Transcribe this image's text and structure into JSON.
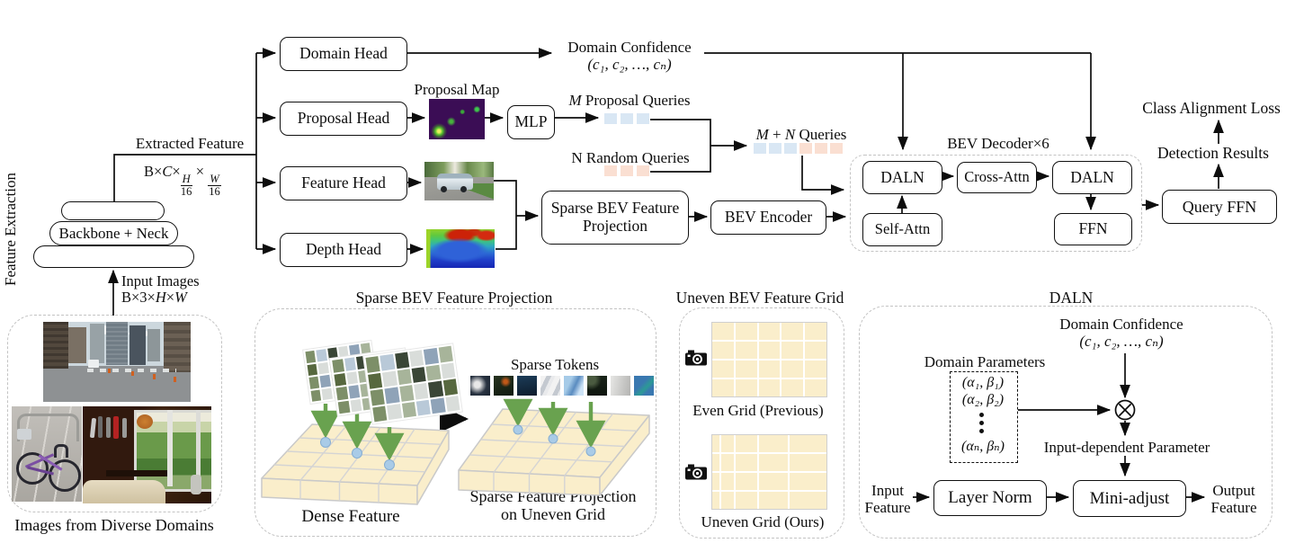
{
  "colors": {
    "query_blue": "#d9e7f4",
    "query_peach": "#fadfd2",
    "grid_cream": "#faeecb",
    "arrow_green": "#69a24f",
    "dash_gray": "#c3c3c3"
  },
  "pipeline": {
    "feature_extraction": "Feature Extraction",
    "backbone": "Backbone + Neck",
    "input_images": {
      "line1": "Input Images",
      "b": "B×3×",
      "h": "H",
      "times": "×",
      "w": "W"
    },
    "extracted_feature": "Extracted Feature",
    "shape": {
      "b": "B×",
      "c": "C",
      "t1": "×",
      "h": "H",
      "d1": "16",
      "t2": "×",
      "w": "W",
      "d2": "16"
    },
    "heads": [
      "Domain Head",
      "Proposal Head",
      "Feature Head",
      "Depth Head"
    ],
    "proposal_map": "Proposal Map",
    "mlp": "MLP",
    "queries": {
      "m": "M",
      "m_rest": " Proposal Queries",
      "n_label": "N Random Queries",
      "mn_m": "M",
      "mn_plus": " + ",
      "mn_n": "N",
      "mn_rest": " Queries"
    },
    "domain_confidence": {
      "line1": "Domain Confidence",
      "line2": "(c₁, c₂, …, cₙ)"
    },
    "sparse_projection": {
      "line1": "Sparse BEV Feature",
      "line2": "Projection"
    },
    "bev_encoder": "BEV Encoder",
    "decoder": {
      "title": "BEV Decoder×6",
      "daln1": "DALN",
      "cross": "Cross-Attn",
      "daln2": "DALN",
      "self_attn": "Self-Attn",
      "ffn": "FFN"
    },
    "query_ffn": "Query FFN",
    "detection_results": "Detection Results",
    "class_alignment_loss": "Class Alignment Loss"
  },
  "domains_panel": {
    "caption": "Images from Diverse Domains"
  },
  "sparse_panel": {
    "title": "Sparse BEV Feature Projection",
    "dense_label": "Dense Feature",
    "tokens_label": "Sparse Tokens",
    "proj_line1": "Sparse Feature Projection",
    "proj_line2": "on Uneven Grid"
  },
  "grid_panel": {
    "title": "Uneven BEV Feature Grid",
    "even_label": "Even Grid (Previous)",
    "uneven_label": "Uneven Grid (Ours)"
  },
  "daln_panel": {
    "title": "DALN",
    "dc1": "Domain Confidence",
    "dc2": "(c₁, c₂, …, cₙ)",
    "params_title": "Domain Parameters",
    "params": [
      "(α₁, β₁)",
      "(α₂, β₂)",
      "(αₙ, βₙ)"
    ],
    "input_dep": "Input-dependent Parameter",
    "in1": "Input",
    "in2": "Feature",
    "layer_norm": "Layer Norm",
    "mini_adjust": "Mini-adjust",
    "out1": "Output",
    "out2": "Feature"
  }
}
